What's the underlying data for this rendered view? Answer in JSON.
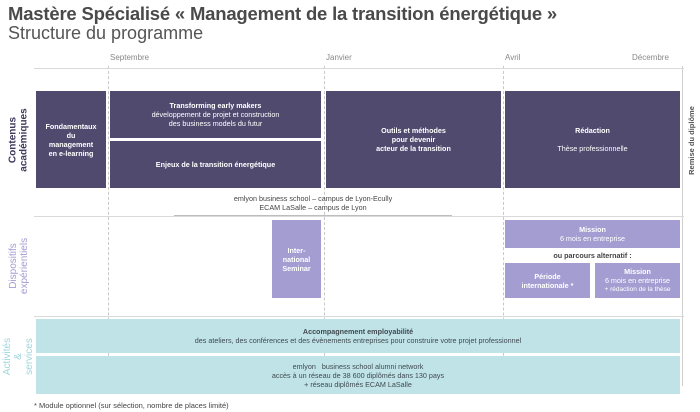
{
  "header": {
    "title": "Mastère Spécialisé « Management de la transition énergétique »",
    "subtitle": "Structure du programme"
  },
  "timeline": {
    "months": [
      "Septembre",
      "Janvier",
      "Avril",
      "Décembre"
    ],
    "right_label": "Remise du diplôme"
  },
  "rows": {
    "academic": "Contenus académiques",
    "experiential": "Dispositifs expérientiels",
    "services": "Activités & services"
  },
  "academic": {
    "fondamentaux": [
      "Fondamentaux",
      "du",
      "management",
      "en e-learning"
    ],
    "transforming": [
      "Transforming early makers",
      "développement de projet et construction",
      "des business models du futur"
    ],
    "enjeux": "Enjeux de la transition énergétique",
    "outils": [
      "Outils et méthodes",
      "pour devenir",
      "acteur de la transition"
    ],
    "redaction_title": "Rédaction",
    "redaction_sub": "Thèse professionnelle"
  },
  "campus": {
    "line1": "emlyon business school – campus de Lyon-Ecully",
    "line2": "ECAM LaSalle – campus de Lyon"
  },
  "experiential": {
    "seminar": [
      "Inter-",
      "national",
      "Seminar"
    ],
    "mission_title": "Mission",
    "mission_sub": "6 mois en entreprise",
    "alt_label": "ou parcours alternatif :",
    "periode": [
      "Période",
      "internationale *"
    ],
    "mission2_title": "Mission",
    "mission2_sub": [
      "6 mois en entreprise",
      "+ rédaction de la thèse"
    ]
  },
  "services": {
    "employ_title": "Accompagnement employabilité",
    "employ_sub": "des ateliers, des conférences et des évènements entreprises pour construire votre projet professionnel",
    "alumni": [
      "emlyon   business school alumni network",
      "accès à un réseau de 38 600 diplômés dans 130 pays",
      "+ réseau diplômés ECAM LaSalle"
    ]
  },
  "footnote": "* Module optionnel (sur sélection, nombre de places limité)",
  "colors": {
    "dark_box": "#4f4a6e",
    "lavender_box": "#a39dd1",
    "teal_box": "#bfe3e7",
    "academic_label": "#3d3a5c",
    "experiential_label": "#a39dd1",
    "services_label": "#9fd6dd"
  }
}
